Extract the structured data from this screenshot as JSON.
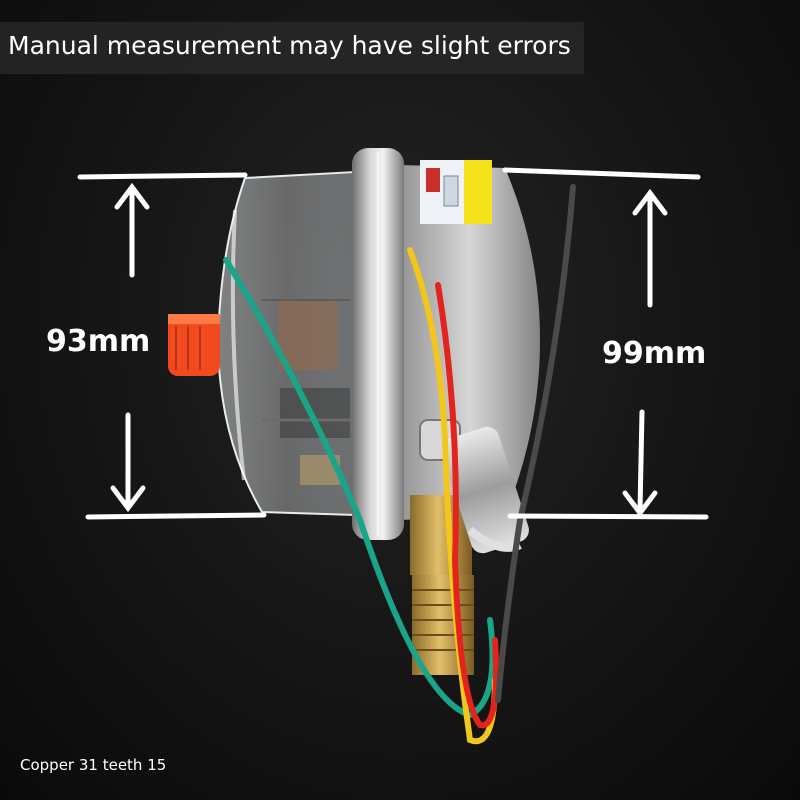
{
  "banner": {
    "text": "Manual measurement may have slight errors"
  },
  "dimensions": {
    "left_label": "93mm",
    "right_label": "99mm"
  },
  "footnote": {
    "text": "Copper 31 teeth 15"
  },
  "colors": {
    "background": "#141414",
    "banner_background": "#282828",
    "annotation": "#ffffff",
    "wire_green": "#1aa58a",
    "wire_yellow": "#f2c61b",
    "wire_red": "#e3241d",
    "wire_gray": "#4a4a4a",
    "plug_red": "#f04a1e",
    "brass": "#c9a24a",
    "label_yellow": "#f6e21a"
  }
}
